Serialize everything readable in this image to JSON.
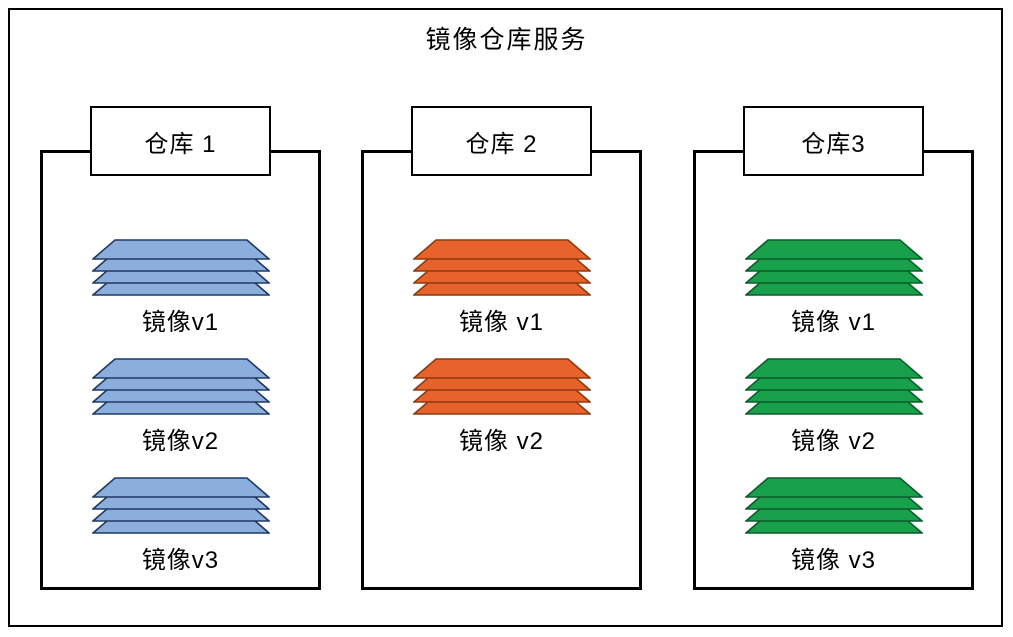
{
  "title": "镜像仓库服务",
  "layers_per_stack": 4,
  "warehouses": [
    {
      "name": "仓库 1",
      "color": {
        "fill": "#8BAEDC",
        "stroke": "#1F3864"
      },
      "images": [
        "镜像v1",
        "镜像v2",
        "镜像v3"
      ]
    },
    {
      "name": "仓库 2",
      "color": {
        "fill": "#E8632C",
        "stroke": "#8C3A10"
      },
      "images": [
        "镜像 v1",
        "镜像 v2"
      ]
    },
    {
      "name": "仓库3",
      "color": {
        "fill": "#18A04B",
        "stroke": "#0B5D2B"
      },
      "images": [
        "镜像 v1",
        "镜像 v2",
        "镜像 v3"
      ]
    }
  ]
}
